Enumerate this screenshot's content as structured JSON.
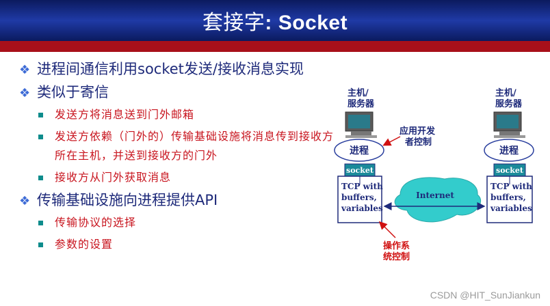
{
  "title": {
    "prefix": "套接字",
    "suffix": ": Socket"
  },
  "bullets": [
    {
      "text": "进程间通信利用socket发送/接收消息实现",
      "sub": []
    },
    {
      "text": "类似于寄信",
      "sub": [
        "发送方将消息送到门外邮箱",
        "发送方依赖（门外的）传输基础设施将消息传到接收方所在主机，并送到接收方的门外",
        "接收方从门外获取消息"
      ]
    },
    {
      "text": "传输基础设施向进程提供API",
      "sub": [
        "传输协议的选择",
        "参数的设置"
      ]
    }
  ],
  "diagram": {
    "left_host": {
      "label_line1": "主机/",
      "label_line2": "服务器",
      "process": "进程",
      "socket": "socket",
      "tcp1": "TCP with",
      "tcp2": "buffers,",
      "tcp3": "variables"
    },
    "right_host": {
      "label_line1": "主机/",
      "label_line2": "服务器",
      "process": "进程",
      "socket": "socket",
      "tcp1": "TCP with",
      "tcp2": "buffers,",
      "tcp3": "variables"
    },
    "internet": "Internet",
    "app_control_line1": "应用开发",
    "app_control_line2": "者控制",
    "os_control_line1": "操作系",
    "os_control_line2": "统控制"
  },
  "watermark": "CSDN @HIT_SunJiankun",
  "colors": {
    "title_bg": "#1f3aa6",
    "red_band": "#a8101a",
    "bullet_text": "#1e2a7a",
    "sub_text": "#c8141e",
    "socket_box": "#1a8a9a",
    "internet": "#33cccc",
    "annotation": "#d01010"
  }
}
